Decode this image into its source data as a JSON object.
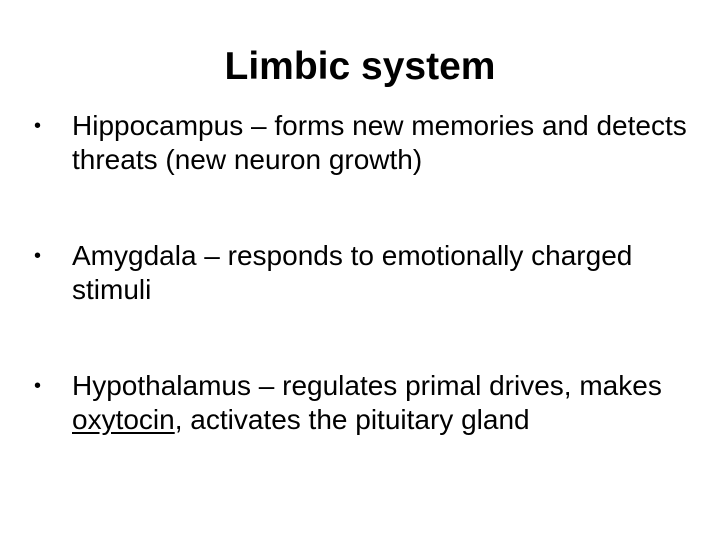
{
  "slide": {
    "title": "Limbic system",
    "bullet_symbol": "•",
    "bullets": [
      {
        "term": "Hippocampus",
        "separator": " – ",
        "text": "forms new memories and detects threats (new neuron growth)"
      },
      {
        "term": "Amygdala",
        "separator": " – ",
        "text": "responds to emotionally charged stimuli"
      },
      {
        "term": "Hypothalamus",
        "separator": " – ",
        "text_before": "regulates primal drives, makes ",
        "underlined": "oxytocin",
        "text_after": ", activates the pituitary gland"
      }
    ]
  },
  "colors": {
    "background": "#ffffff",
    "text": "#000000"
  }
}
